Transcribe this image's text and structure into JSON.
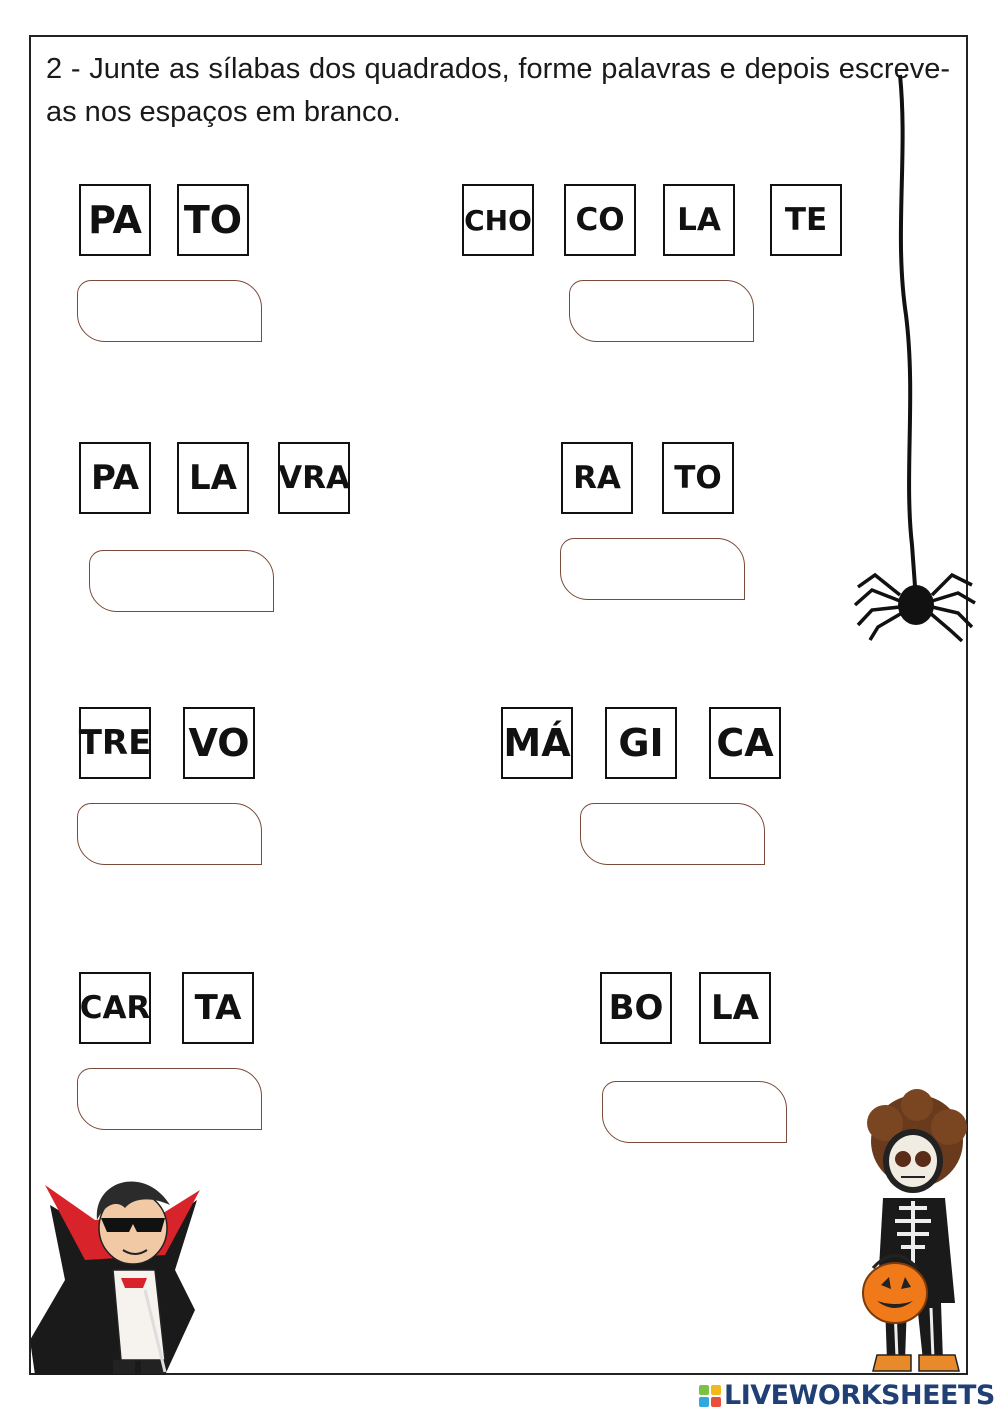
{
  "instruction": "2 - Junte as sílabas dos quadrados, forme palavras e depois escreve-as nos espaços em branco.",
  "exercises": [
    {
      "syllables": [
        "PA",
        "TO"
      ]
    },
    {
      "syllables": [
        "CHO",
        "CO",
        "LA",
        "TE"
      ]
    },
    {
      "syllables": [
        "PA",
        "LA",
        "VRA"
      ]
    },
    {
      "syllables": [
        "RA",
        "TO"
      ]
    },
    {
      "syllables": [
        "TRE",
        "VO"
      ]
    },
    {
      "syllables": [
        "MÁ",
        "GI",
        "CA"
      ]
    },
    {
      "syllables": [
        "CAR",
        "TA"
      ]
    },
    {
      "syllables": [
        "BO",
        "LA"
      ]
    }
  ],
  "footer": {
    "brand": "LIVEWORKSHEETS"
  },
  "icons": [
    "spider-icon",
    "vampire-illustration",
    "skeleton-kid-illustration",
    "liveworksheets-logo-icon"
  ],
  "colors": {
    "frame": "#222222",
    "answer_border": "#7a4a3a",
    "brand": "#1f3f75",
    "pumpkin": "#f07a1a",
    "cape_red": "#d8232a"
  }
}
